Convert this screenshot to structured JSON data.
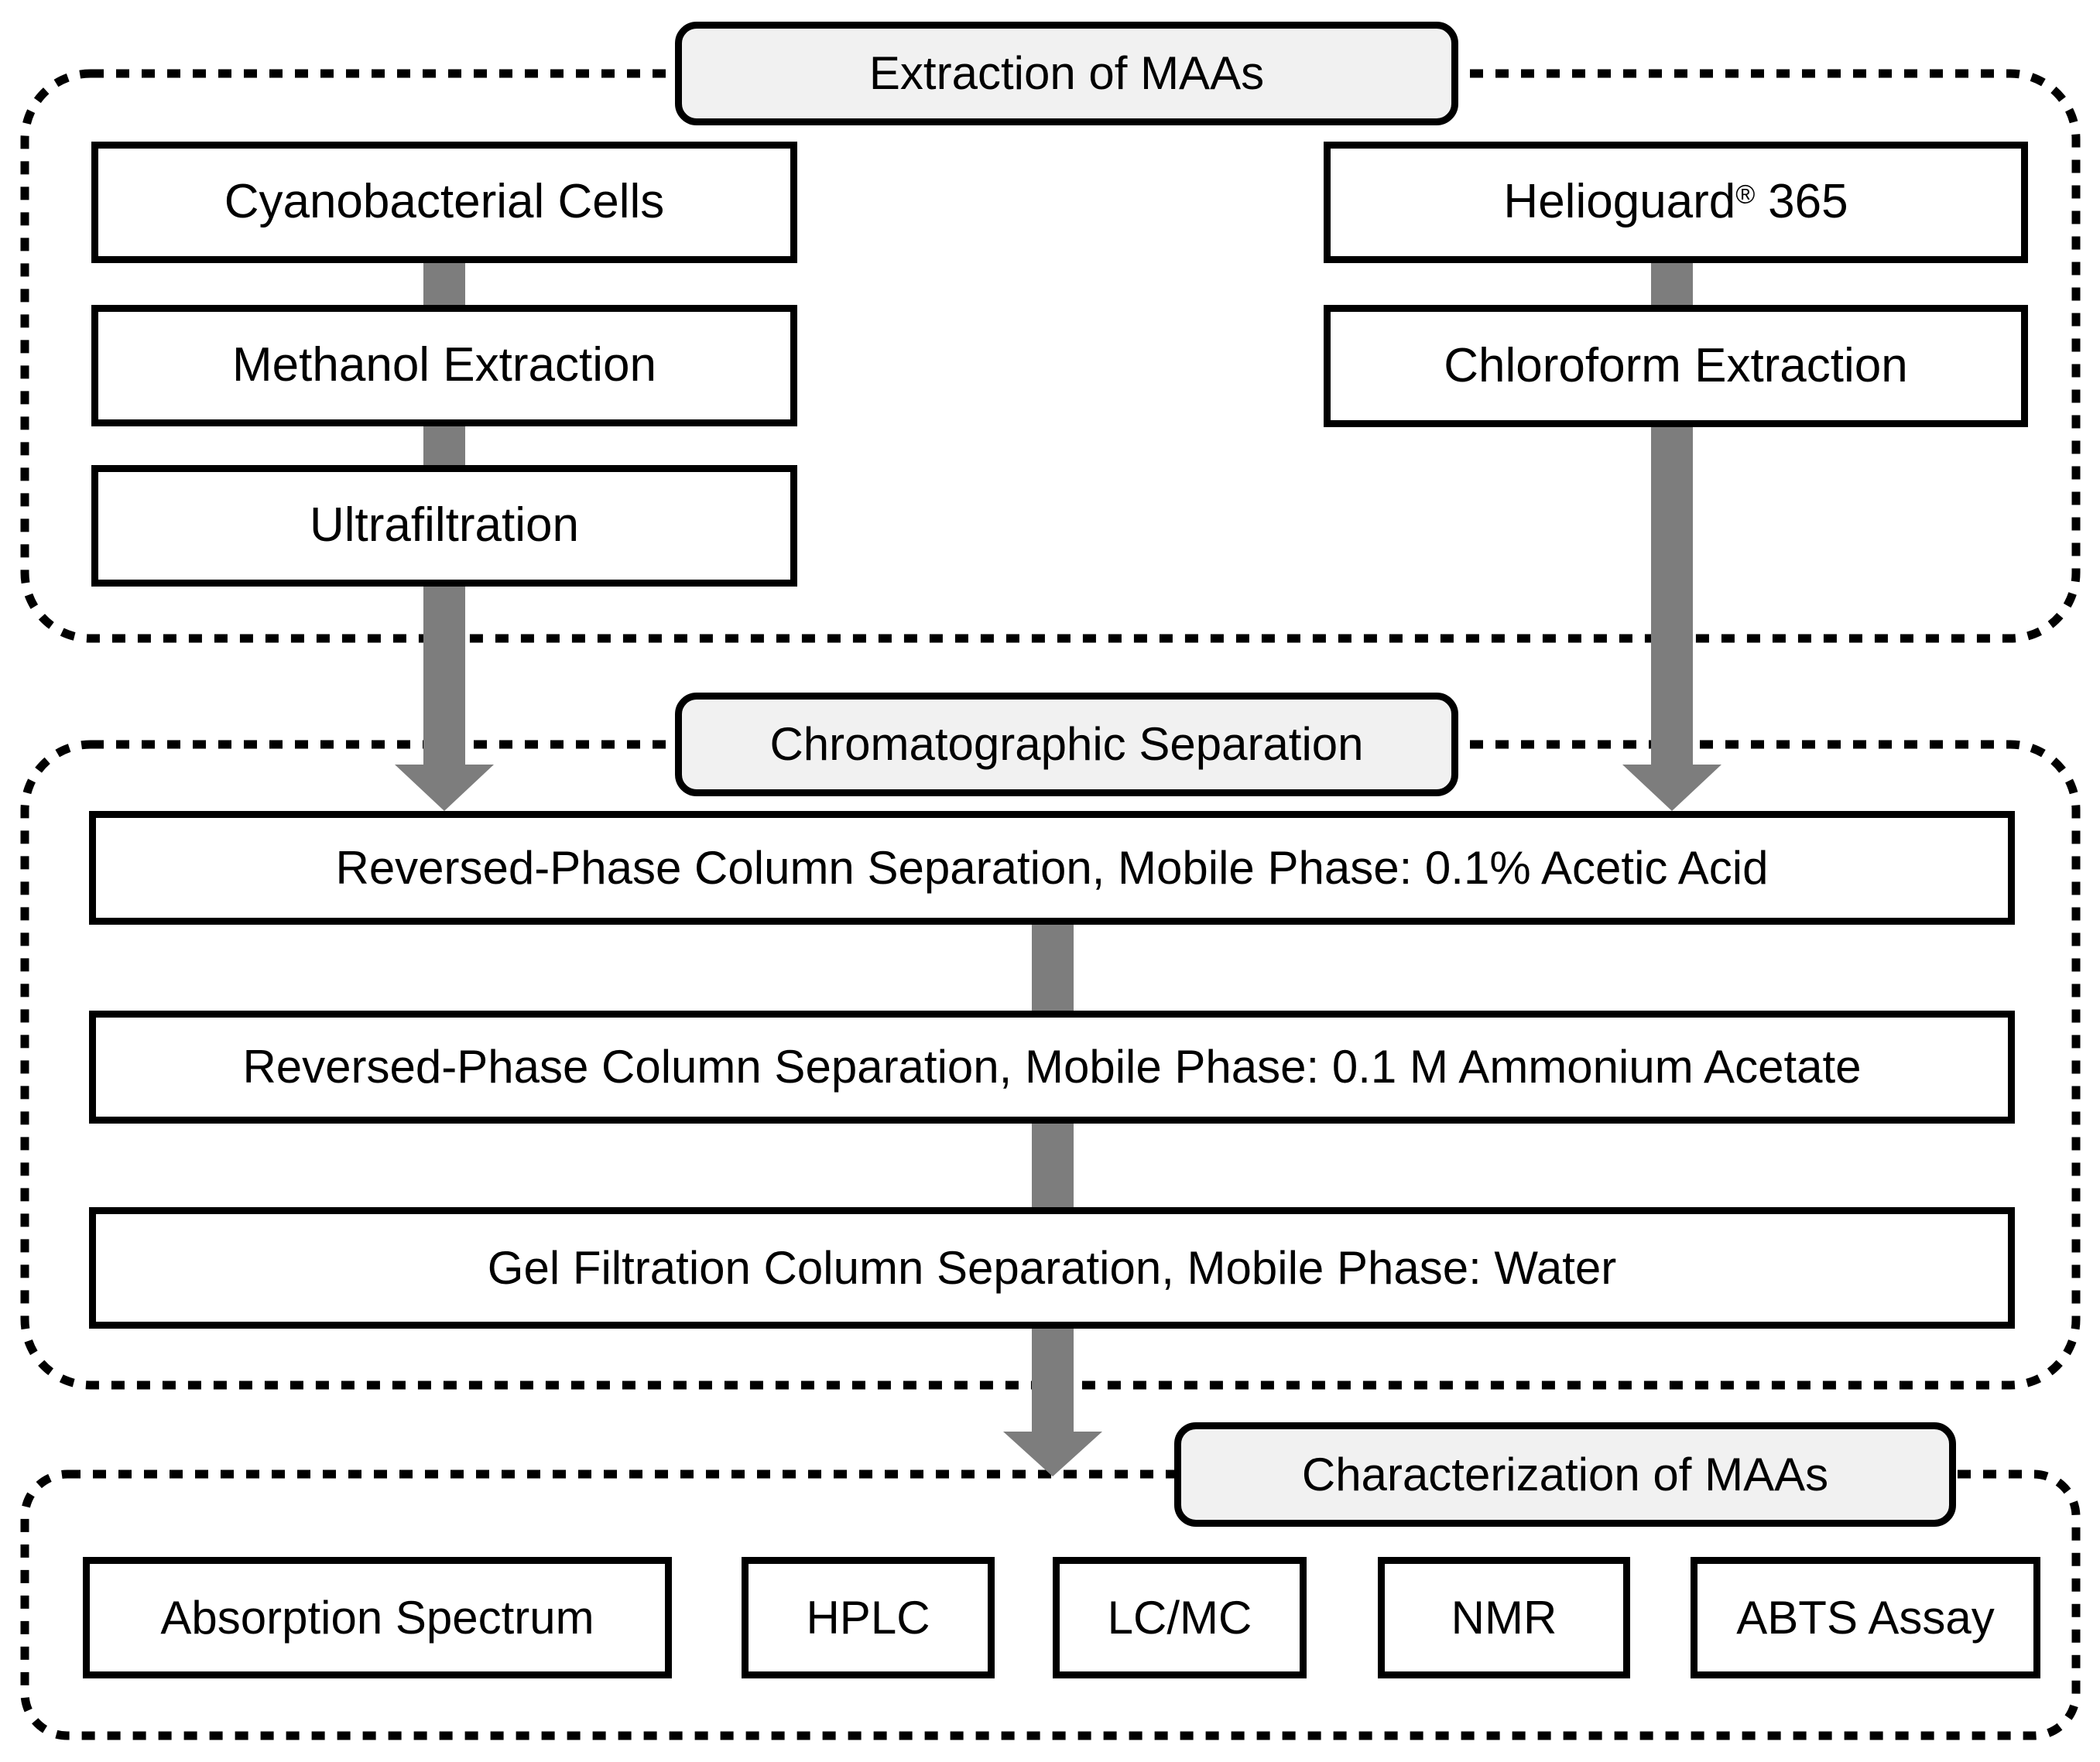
{
  "extraction": {
    "title": "Extraction of MAAs",
    "left_flow": [
      {
        "label": "Cyanobacterial Cells"
      },
      {
        "label": "Methanol Extraction"
      },
      {
        "label": "Ultrafiltration"
      }
    ],
    "right_flow": [
      {
        "brand": "Helioguard",
        "trademark_symbol": "®",
        "product_number": "365"
      },
      {
        "label": "Chloroform Extraction"
      }
    ]
  },
  "separation": {
    "title": "Chromatographic Separation",
    "steps": [
      {
        "label": "Reversed-Phase Column Separation, Mobile Phase: 0.1% Acetic Acid"
      },
      {
        "label": "Reversed-Phase Column Separation, Mobile Phase: 0.1 M Ammonium Acetate"
      },
      {
        "label": "Gel Filtration Column Separation, Mobile Phase: Water"
      }
    ]
  },
  "characterization": {
    "title": "Characterization of MAAs",
    "methods": [
      {
        "label": "Absorption Spectrum"
      },
      {
        "label": "HPLC"
      },
      {
        "label": "LC/MC"
      },
      {
        "label": "NMR"
      },
      {
        "label": "ABTS Assay"
      }
    ]
  },
  "colors": {
    "arrow_gray": "#7d7d7d",
    "header_fill": "#f1f1f1",
    "line_black": "#000000",
    "box_fill": "#ffffff"
  }
}
